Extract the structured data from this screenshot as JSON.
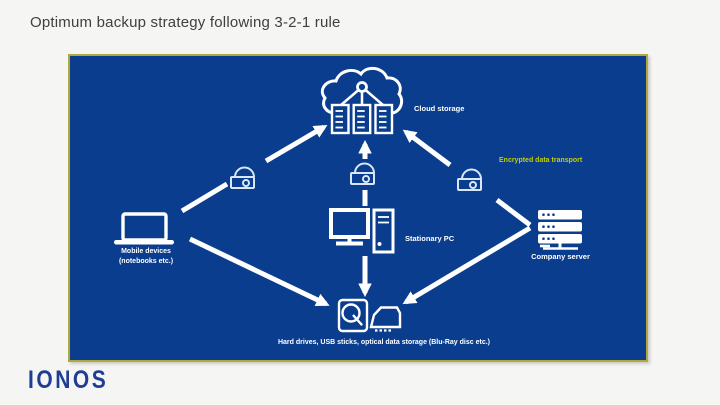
{
  "page": {
    "title": "Optimum backup strategy following 3-2-1 rule",
    "brand": "IONOS"
  },
  "diagram": {
    "nodes": {
      "cloud": {
        "label": "Cloud storage",
        "icon": "cloud-storage-icon"
      },
      "mobile": {
        "label": "Mobile devices (notebooks etc.)",
        "icon": "laptop-icon"
      },
      "pc": {
        "label": "Stationary PC",
        "icon": "desktop-pc-icon"
      },
      "server": {
        "label": "Company server",
        "icon": "server-rack-icon"
      },
      "storage": {
        "label": "Hard drives, USB sticks, optical data storage (Blu-Ray disc etc.)",
        "icons": [
          "hard-drive-icon",
          "external-drive-icon"
        ]
      }
    },
    "annotations": {
      "encrypted": "Encrypted data transport"
    },
    "connections": [
      {
        "from": "mobile",
        "to": "cloud",
        "arrow": "to",
        "padlock": true
      },
      {
        "from": "pc",
        "to": "cloud",
        "arrow": "to",
        "padlock": true
      },
      {
        "from": "server",
        "to": "cloud",
        "arrow": "to",
        "padlock": true
      },
      {
        "from": "mobile",
        "to": "storage",
        "arrow": "to",
        "padlock": false
      },
      {
        "from": "pc",
        "to": "storage",
        "arrow": "to",
        "padlock": false
      },
      {
        "from": "server",
        "to": "storage",
        "arrow": "to",
        "padlock": false
      }
    ],
    "colors": {
      "page_bg": "#f5f5f3",
      "panel_bg": "#0a3d8e",
      "panel_border": "#b1a83c",
      "line_white": "#ffffff",
      "padlock_stroke": "#d9e7f7",
      "encrypted_text": "#c3cf00",
      "title_text": "#3f3f3f",
      "brand_blue": "#1f3d96"
    }
  }
}
